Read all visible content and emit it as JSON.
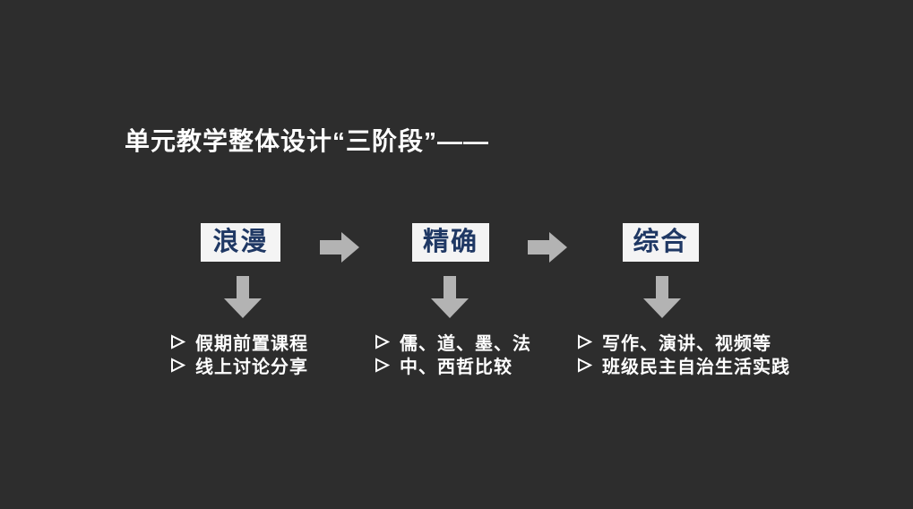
{
  "slide": {
    "title": "单元教学整体设计“三阶段”——",
    "colors": {
      "background": "#2d2d2d",
      "box_background": "#f4f4f4",
      "box_text": "#1f3864",
      "arrow": "#b3b3b3",
      "text": "#ffffff"
    },
    "icons": {
      "flow_arrow": "right-block-arrow",
      "drop_arrow": "down-block-arrow",
      "bullet": "arrowhead-bullet"
    },
    "stages": [
      {
        "label": "浪漫",
        "bullets": [
          "假期前置课程",
          "线上讨论分享"
        ]
      },
      {
        "label": "精确",
        "bullets": [
          "儒、道、墨、法",
          "中、西哲比较"
        ]
      },
      {
        "label": "综合",
        "bullets": [
          "写作、演讲、视频等",
          "班级民主自治生活实践"
        ]
      }
    ]
  }
}
